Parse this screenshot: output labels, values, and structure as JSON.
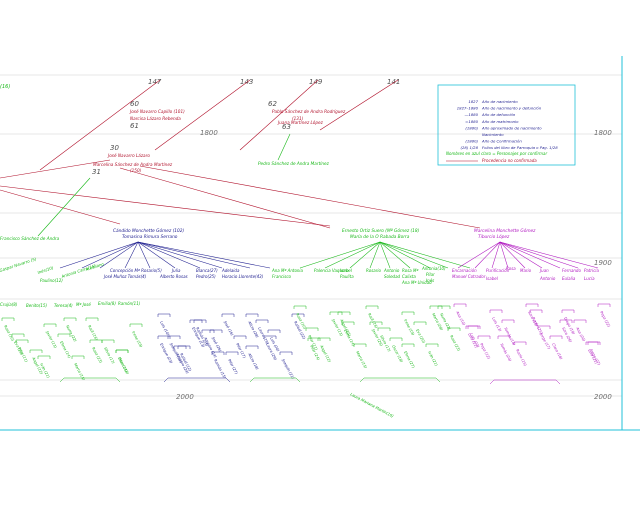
{
  "colors": {
    "red": "#b0102a",
    "green": "#18b818",
    "blue": "#202090",
    "magenta": "#b018c0",
    "cyan": "#20c0d8",
    "grid": "#d0d0d0",
    "gray": "#707070"
  },
  "years": {
    "y1800": "1800",
    "y1900": "1900",
    "y2000": "2000"
  },
  "generation_numbers": {
    "n147": "147",
    "n143": "143",
    "n149": "149",
    "n141": "141",
    "n60": "60",
    "n61": "61",
    "n62": "62",
    "n63": "63",
    "n30": "30",
    "n31": "31"
  },
  "top_left_fragment": "(16)",
  "ancestors": {
    "jose_cepillo": "José Navarro Capillo (101)",
    "narcisa": "Narcisa Lázaro Rebenda",
    "pablo_ruiz": "Pablo Sánchez de Andra Rodríguez",
    "p131": "(131)",
    "juana_martinez": "Juana Martínez López",
    "jose_lazaro": "José Navarro Lázaro",
    "marcelina": "Marcelina Sánchez de Andra Martínez",
    "p150": "(150)",
    "pedro_sanchez": "Pedro Sánchez de Andra Martínez",
    "left_descendant": "Francisco Sánchez de Andra"
  },
  "legend": {
    "rows": [
      {
        "sym": "1827",
        "text": "Año de nacimiento"
      },
      {
        "sym": "1827–1880",
        "text": "Año de nacimiento y defunción"
      },
      {
        "sym": "—1880",
        "text": "Año de defunción"
      },
      {
        "sym": "=1880",
        "text": "Año de matrimonio"
      },
      {
        "sym": "(1880)",
        "text": "Año aproximado de nacimiento"
      },
      {
        "sym": "",
        "text": "Nacimiento"
      },
      {
        "sym": "(1880)",
        "text": "Año de Confirmación"
      },
      {
        "sym": "(28) 1/28",
        "text": "Folios del libro de Parroquia o Pag. 1/28"
      }
    ],
    "note1": "Nombres en azul claro = Personajes por confirmar",
    "note2": "Procedencia no confirmada"
  },
  "couples": {
    "c1a": "Cándido Monchette Gómez (102)",
    "c1b": "Tomasina Rimura Serrano",
    "c2a": "Ernesto Ortiz Suero (Mª Gómez (18)",
    "c2b": "María de la O Rabada Borra",
    "c3a": "Marcelina Monchette Gómez",
    "c3b": "Tiburcio López"
  },
  "left_generation": [
    "Gaspar Navarro (5)",
    "Inés(10)",
    "Antonia Carro(15)",
    "Aureliano",
    "Paulino(12)",
    "Crujía(8)",
    "Benito(15)",
    "Teresa(4)",
    "Mª José",
    "Emilia(8)",
    "Ramón(11)"
  ],
  "blue_children": [
    "Concepción Mª Rosario(5)",
    "José Muñoz Tomás(4)",
    "Julia",
    "Alberto Rosas",
    "Blanca(27)",
    "Pedro(25)",
    "Adelaida",
    "Horacio Llorente(43)"
  ],
  "green_children": [
    "Ana Mª Antonia",
    "Francisco",
    "Palencia Vaquero",
    "Isabel",
    "Paulita",
    "Rosario",
    "Antonio",
    "Soledad",
    "Rosa Mª",
    "Calixta",
    "Antonia(10)",
    "Ana Mª Unidad",
    "Pilar",
    "Inés"
  ],
  "magenta_children": [
    "Encarnación",
    "Manuel Cotrador",
    "Purificación",
    "Rosa",
    "Mario",
    "Juan",
    "Fernando",
    "Patricia",
    "Isabel",
    "Antonio",
    "Eulalia",
    "Lucía"
  ],
  "scribbles": {
    "blue_leaves": [
      "Luis",
      "Joaquín",
      "Rafael",
      "Enrique",
      "Amparo",
      "Ramón",
      "José",
      "Pilar",
      "Alicia",
      "Laura"
    ],
    "green_leaves": [
      "Rosa",
      "Pilar",
      "Ángel",
      "Javier",
      "Elena",
      "Marta",
      "Raúl",
      "Silvia",
      "Óscar",
      "Irene",
      "Eva",
      "Iván",
      "Nuria"
    ],
    "magenta_leaves": [
      "Ana",
      "Lola",
      "Pepa",
      "Luis",
      "Tomás",
      "Rocío",
      "Sara",
      "Jorge",
      "Clara",
      "Diego"
    ],
    "bottom_green": "Laura Mariana Martín(16)"
  }
}
